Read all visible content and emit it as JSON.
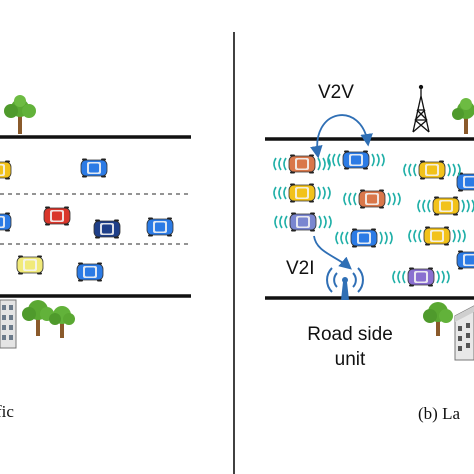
{
  "labels": {
    "v2v": "V2V",
    "v2i": "V2I",
    "rsu_line1": "Road side",
    "rsu_line2": "unit"
  },
  "captions": {
    "left": "fic",
    "right": "(b) La"
  },
  "colors": {
    "road_edge": "#111111",
    "lane_dash": "#555555",
    "signal_wave": "#21b0a8",
    "arrow": "#2f6fb5",
    "tree_canopy": "#5aa832",
    "tree_trunk": "#8a5a2b",
    "car_blue": "#2c7be5",
    "car_yellow": "#f2c21b",
    "car_lightyellow": "#f1ea7a",
    "car_red": "#d9362b",
    "car_navy": "#1f3f88",
    "car_orange": "#d9774a",
    "car_purple": "#8a6fd0",
    "car_periwinkle": "#7a86d0"
  },
  "icons": [
    "tree-icon",
    "cell-tower-icon",
    "rsu-antenna-icon",
    "building-icon",
    "car-icon",
    "signal-wave-icon"
  ]
}
